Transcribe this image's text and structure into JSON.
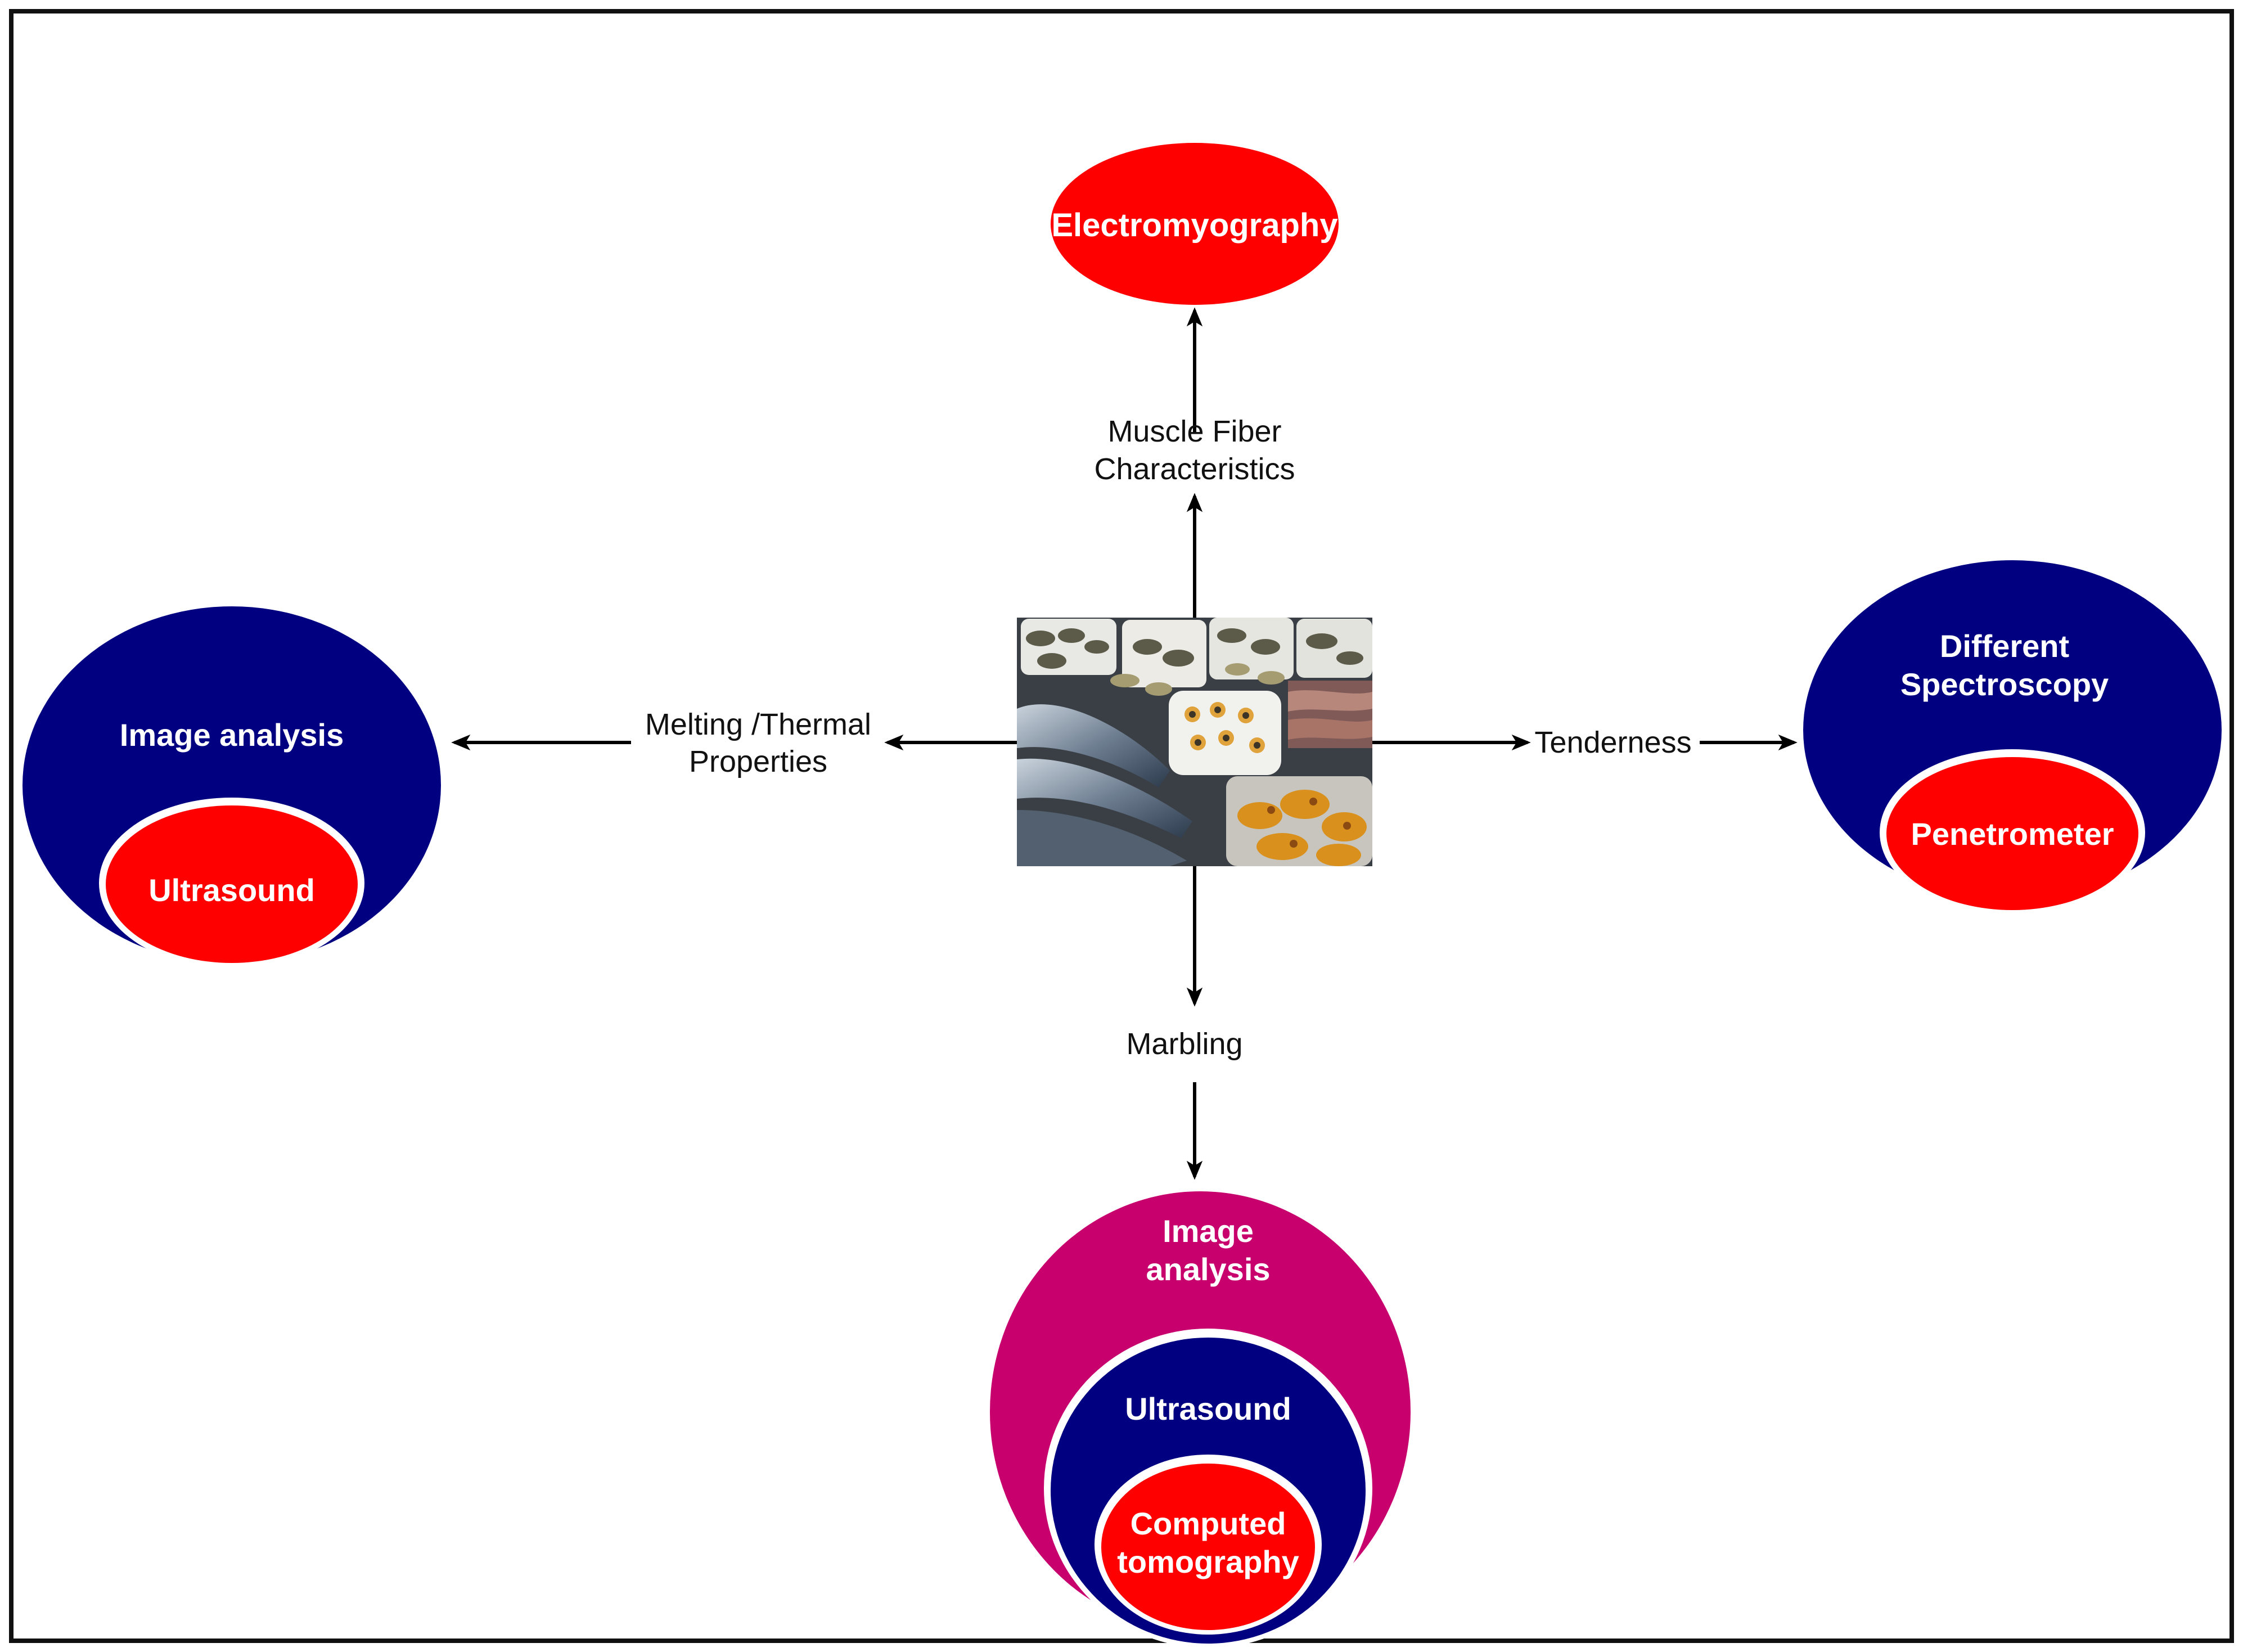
{
  "colors": {
    "navy": "#000080",
    "red": "#ff0000",
    "magenta": "#c8006e",
    "outline": "#ffffff",
    "frame": "#111111",
    "arrow": "#000000"
  },
  "center_photo": {
    "subject": "seafood-market-trays-photo"
  },
  "top": {
    "method": "Electromyography",
    "property_line1": "Muscle Fiber",
    "property_line2": "Characteristics"
  },
  "left": {
    "outer_method": "Image analysis",
    "inner_method": "Ultrasound",
    "property_line1": "Melting /Thermal",
    "property_line2": "Properties"
  },
  "right": {
    "property": "Tenderness",
    "outer_method_line1": "Different",
    "outer_method_line2": "Spectroscopy",
    "inner_method": "Penetrometer"
  },
  "bottom": {
    "property": "Marbling",
    "outer_method_line1": "Image",
    "outer_method_line2": "analysis",
    "middle_method": "Ultrasound",
    "inner_method_line1": "Computed",
    "inner_method_line2": "tomography"
  }
}
